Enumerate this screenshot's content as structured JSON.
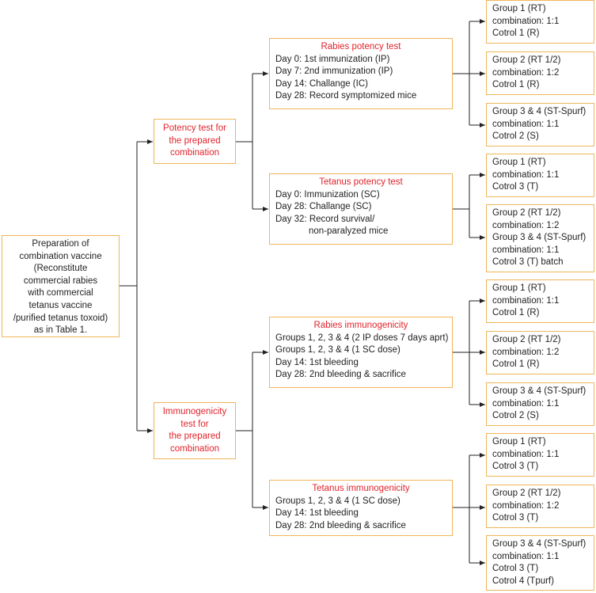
{
  "colors": {
    "box_border": "#f0b55a",
    "title_text": "#e0242c",
    "arrow": "#222222"
  },
  "root": {
    "lines": [
      "Preparation of",
      "combination vaccine",
      "(Reconstitute",
      "commercial rabies",
      "with commercial",
      "tetanus vaccine",
      "/purified tetanus toxoid)",
      "as in Table 1."
    ]
  },
  "potency": {
    "title": [
      "Potency test for",
      "the prepared",
      "combination"
    ],
    "rabies": {
      "title": "Rabies potency test",
      "lines": [
        "Day 0: 1st immunization (IP)",
        "Day 7: 2nd immunization (IP)",
        "Day 14: Challange (IC)",
        "Day 28: Record symptomized mice"
      ],
      "groups": [
        [
          "Group 1 (RT)",
          "combination: 1:1",
          "Cotrol 1 (R)"
        ],
        [
          "Group 2 (RT 1/2)",
          "combination: 1:2",
          "Cotrol 1 (R)"
        ],
        [
          "Group 3 & 4 (ST-Spurf)",
          "combination: 1:1",
          "Cotrol 2 (S)"
        ]
      ]
    },
    "tetanus": {
      "title": "Tetanus potency test",
      "lines": [
        "Day 0: Immunization (SC)",
        "Day 28: Challange (SC)",
        "Day 32: Record survival/"
      ],
      "continuation": "non-paralyzed mice",
      "groups": [
        [
          "Group 1 (RT)",
          "combination: 1:1",
          "Cotrol 3 (T)"
        ],
        [
          "Group 2 (RT 1/2)",
          "combination: 1:2",
          "Group 3 & 4 (ST-Spurf)",
          "combination: 1:1",
          "Cotrol 3 (T) batch"
        ]
      ]
    }
  },
  "immuno": {
    "title": [
      "Immunogenicity",
      "test for",
      "the prepared",
      "combination"
    ],
    "rabies": {
      "title": "Rabies immunogenicity",
      "lines": [
        "Groups 1, 2, 3 & 4 (2 IP doses 7 days aprt)",
        "Groups 1, 2, 3 & 4 (1 SC dose)",
        "Day 14: 1st bleeding",
        "Day 28: 2nd bleeding & sacrifice"
      ],
      "groups": [
        [
          "Group 1 (RT)",
          "combination: 1:1",
          "Cotrol 1 (R)"
        ],
        [
          "Group 2 (RT 1/2)",
          "combination: 1:2",
          "Cotrol 1 (R)"
        ],
        [
          "Group 3 & 4 (ST-Spurf)",
          "combination: 1:1",
          "Cotrol 2 (S)"
        ]
      ]
    },
    "tetanus": {
      "title": "Tetanus immunogenicity",
      "lines": [
        "Groups 1, 2, 3 & 4 (1 SC dose)",
        "Day 14: 1st bleeding",
        "Day 28: 2nd bleeding & sacrifice"
      ],
      "groups": [
        [
          "Group 1 (RT)",
          "combination: 1:1",
          "Cotrol 3 (T)"
        ],
        [
          "Group 2 (RT 1/2)",
          "combination: 1:2",
          "Cotrol 3 (T)"
        ],
        [
          "Group 3 & 4 (ST-Spurf)",
          "combination: 1:1",
          "Cotrol 3 (T)",
          "Cotrol 4 (Tpurf)"
        ]
      ]
    }
  }
}
